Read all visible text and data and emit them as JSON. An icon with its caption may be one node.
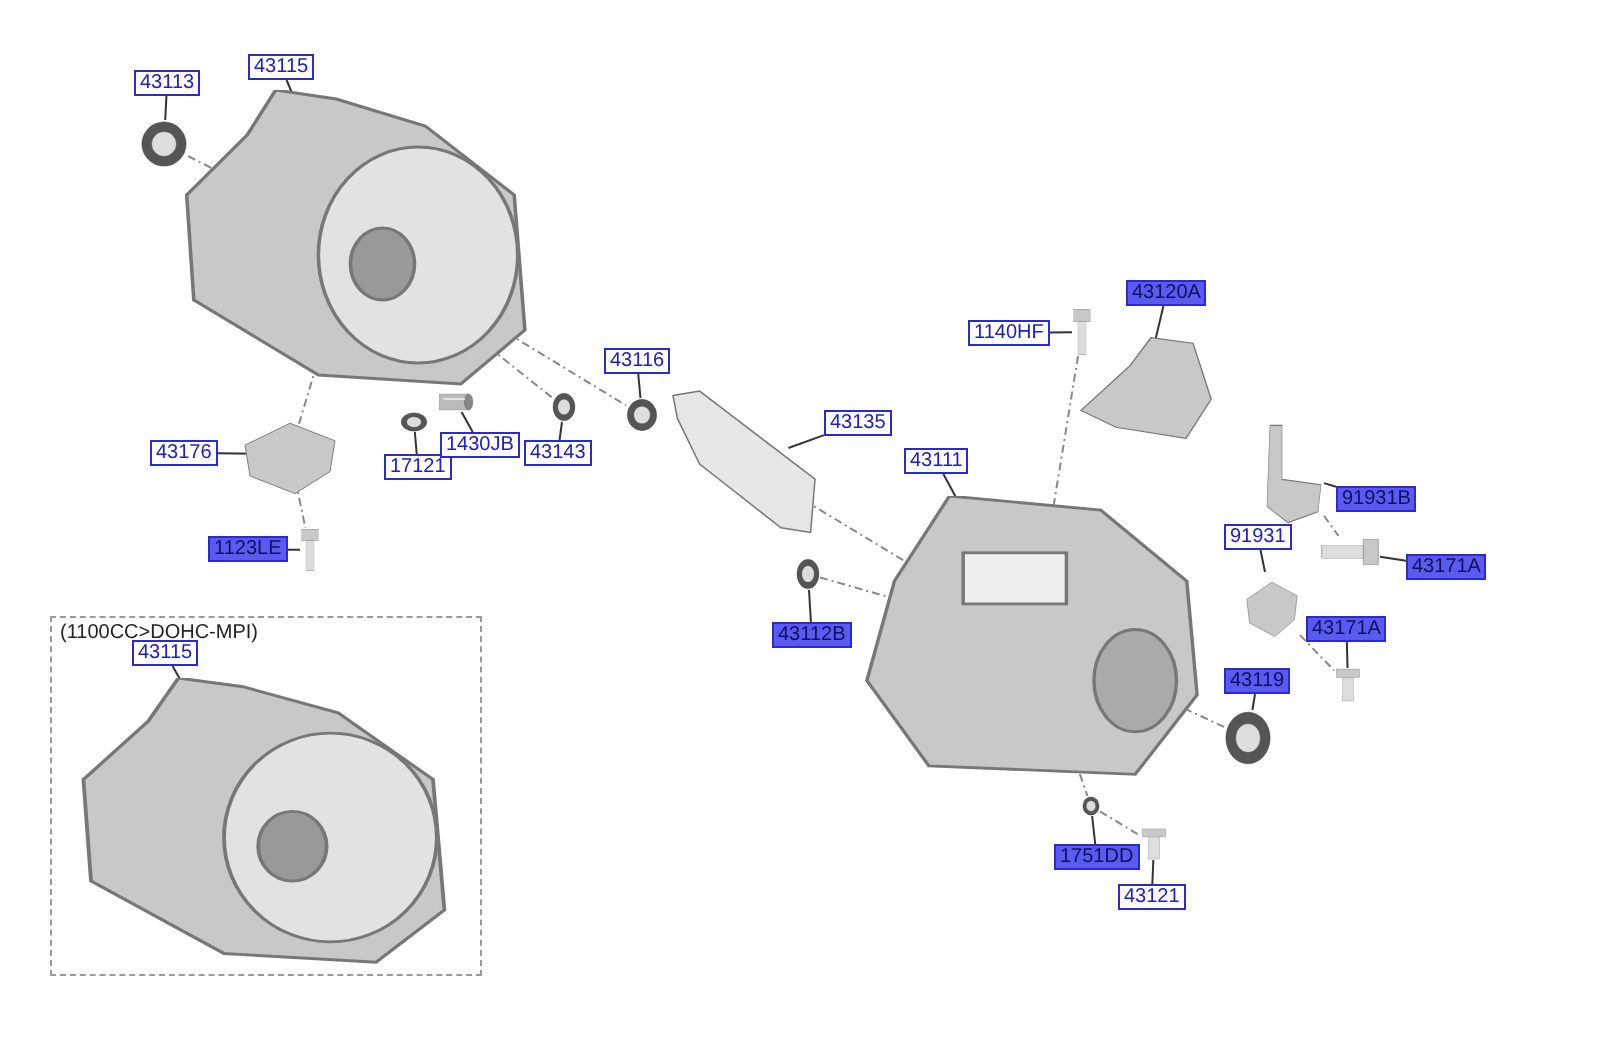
{
  "diagram": {
    "nodes": [
      {
        "text": [
          "43113"
        ]
      },
      {
        "text": [],
        "shape": "picture"
      },
      {
        "text": [
          "43115"
        ]
      },
      {
        "text": [],
        "shape": "picture"
      },
      {
        "text": [
          "43176"
        ]
      },
      {
        "text": [],
        "shape": "picture"
      },
      {
        "text": [
          "1123LE"
        ]
      },
      {
        "text": [],
        "shape": "picture"
      },
      {
        "text": [
          "17121"
        ]
      },
      {
        "text": [],
        "shape": "picture"
      },
      {
        "text": [
          "1430JB"
        ]
      },
      {
        "text": [],
        "shape": "picture"
      },
      {
        "text": [
          "43143"
        ]
      },
      {
        "text": [],
        "shape": "picture"
      },
      {
        "text": [
          "43116"
        ]
      },
      {
        "text": [],
        "shape": "picture"
      },
      {
        "text": [
          "43135"
        ]
      },
      {
        "text": [],
        "shape": "picture"
      },
      {
        "text": [
          "43112B"
        ]
      },
      {
        "text": [],
        "shape": "picture"
      },
      {
        "text": [
          "1140HF"
        ]
      },
      {
        "text": [],
        "shape": "picture"
      },
      {
        "text": [
          "43120A"
        ]
      },
      {
        "text": [],
        "shape": "picture"
      },
      {
        "text": [
          "43111"
        ]
      },
      {
        "text": [],
        "shape": "picture"
      },
      {
        "text": [
          "91931B"
        ]
      },
      {
        "text": [],
        "shape": "picture"
      },
      {
        "text": [
          "91931"
        ]
      },
      {
        "text": [],
        "shape": "picture"
      },
      {
        "text": [
          "43171A"
        ]
      },
      {
        "text": [],
        "shape": "picture"
      },
      {
        "text": [
          "43171A"
        ]
      },
      {
        "text": [],
        "shape": "picture"
      },
      {
        "text": [
          "43119"
        ]
      },
      {
        "text": [],
        "shape": "picture"
      },
      {
        "text": [
          "1751DD"
        ]
      },
      {
        "text": [],
        "shape": "picture"
      },
      {
        "text": [
          "43121"
        ]
      },
      {
        "text": [],
        "shape": "picture"
      },
      {
        "text": [
          "(1100CC>DOHC-MPI)"
        ]
      },
      {
        "text": [
          "43115"
        ],
        "in": 40
      },
      {
        "text": [],
        "shape": "picture",
        "in": 40
      }
    ],
    "edges": [
      {
        "from": 0,
        "to": 1,
        "arrow": "none"
      },
      {
        "from": 2,
        "to": 3,
        "arrow": "none"
      },
      {
        "from": 4,
        "to": 5,
        "arrow": "none"
      },
      {
        "from": 6,
        "to": 7,
        "arrow": "none"
      },
      {
        "from": 8,
        "to": 9,
        "arrow": "none"
      },
      {
        "from": 10,
        "to": 11,
        "arrow": "none"
      },
      {
        "from": 12,
        "to": 13,
        "arrow": "none"
      },
      {
        "from": 14,
        "to": 15,
        "arrow": "none"
      },
      {
        "from": 16,
        "to": 17,
        "arrow": "none"
      },
      {
        "from": 18,
        "to": 19,
        "arrow": "none"
      },
      {
        "from": 20,
        "to": 21,
        "arrow": "none"
      },
      {
        "from": 22,
        "to": 23,
        "arrow": "none"
      },
      {
        "from": 24,
        "to": 25,
        "arrow": "none"
      },
      {
        "from": 26,
        "to": 27,
        "arrow": "none"
      },
      {
        "from": 28,
        "to": 29,
        "arrow": "none"
      },
      {
        "from": 30,
        "to": 31,
        "arrow": "none"
      },
      {
        "from": 32,
        "to": 33,
        "arrow": "none"
      },
      {
        "from": 34,
        "to": 35,
        "arrow": "none"
      },
      {
        "from": 36,
        "to": 37,
        "arrow": "none"
      },
      {
        "from": 38,
        "to": 39,
        "arrow": "none"
      },
      {
        "from": 41,
        "to": 42,
        "arrow": "none"
      },
      {
        "from": 1,
        "to": 3,
        "arrow": "none",
        "style": "dashed",
        "color": "#888888"
      },
      {
        "from": 3,
        "to": 15,
        "arrow": "none",
        "style": "dashed",
        "color": "#888888"
      },
      {
        "from": 3,
        "to": 13,
        "arrow": "none",
        "style": "dashed",
        "color": "#888888"
      },
      {
        "from": 3,
        "to": 5,
        "arrow": "none",
        "style": "dashed",
        "color": "#888888"
      },
      {
        "from": 5,
        "to": 7,
        "arrow": "none",
        "style": "dashed",
        "color": "#888888"
      },
      {
        "from": 17,
        "to": 25,
        "arrow": "none",
        "style": "dashed",
        "color": "#888888"
      },
      {
        "from": 19,
        "to": 25,
        "arrow": "none",
        "style": "dashed",
        "color": "#888888"
      },
      {
        "from": 21,
        "to": 25,
        "arrow": "none",
        "style": "dashed",
        "color": "#888888"
      },
      {
        "from": 25,
        "to": 35,
        "arrow": "none",
        "style": "dashed",
        "color": "#888888"
      },
      {
        "from": 25,
        "to": 37,
        "arrow": "none",
        "style": "dashed",
        "color": "#888888"
      },
      {
        "from": 37,
        "to": 39,
        "arrow": "none",
        "style": "dashed",
        "color": "#888888"
      },
      {
        "from": 27,
        "to": 31,
        "arrow": "none",
        "style": "dashed",
        "color": "#888888"
      },
      {
        "from": 29,
        "to": 33,
        "arrow": "none",
        "style": "dashed",
        "color": "#888888"
      }
    ]
  }
}
